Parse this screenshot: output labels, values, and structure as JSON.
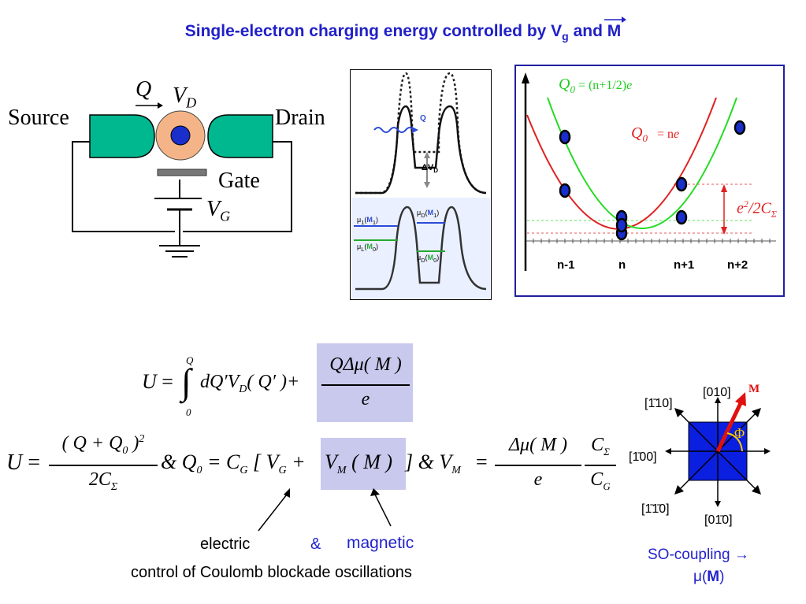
{
  "title": {
    "main": "Single-electron charging energy controlled by V",
    "sub": "g",
    "tail": " and ",
    "vec": "M"
  },
  "circuit": {
    "source": "Source",
    "drain": "Drain",
    "gate": "Gate",
    "q": "Q",
    "vd_v": "V",
    "vd_sub": "D",
    "vg_v": "V",
    "vg_sub": "G"
  },
  "potential": {
    "q_label": "Q",
    "dvd": "ΔV",
    "dvd_sub": "D",
    "mu1_left": "μ",
    "mu1_left_sub": "1",
    "mu1_left_m": "M",
    "mu1_left_msub": "1",
    "mu0_left": "μ",
    "mu0_left_sub": "L",
    "mu0_left_m": "M",
    "mu0_left_msub": "0",
    "mud1": "μ",
    "mud1_sub": "D",
    "mud1_m": "M",
    "mud1_msub": "1",
    "mud0": "μ",
    "mud0_sub": "D",
    "mud0_m": "M",
    "mud0_msub": "0"
  },
  "parabola": {
    "q0_green_q": "Q",
    "q0_green_sub": "0",
    "q0_green_eq": " = (n+1/2)",
    "q0_green_e": "e",
    "q0_red_q": "Q",
    "q0_red_sub": "0",
    "q0_red_eq": " = n",
    "q0_red_e": "e",
    "charge_e": "e",
    "charge_exp": "2",
    "charge_rest": "/2C",
    "charge_sub": "Σ",
    "ticks": [
      "n-1",
      "n",
      "n+1",
      "n+2"
    ],
    "colors": {
      "red": "#e02020",
      "green": "#22dd22",
      "frame": "#2020a0"
    }
  },
  "equations": {
    "u": "U",
    "eq": "=",
    "int_top": "Q",
    "int_bot": "0",
    "integrand": "dQ′V",
    "integrand_sub": "D",
    "integrand_tail": "( Q′ )+",
    "frac1_num": "QΔμ( M )",
    "frac1_den": "e",
    "u2_num": "( Q + Q",
    "u2_num_sub": "0",
    "u2_num_tail": " )",
    "u2_num_exp": "2",
    "u2_den": "2C",
    "u2_den_sub": "Σ",
    "amp1": "& Q",
    "amp1_sub": "0",
    "cg_part": " = C",
    "cg_sub": "G",
    "bracket": " [ V",
    "vg_sub": "G",
    "plus": " +",
    "vm": "V",
    "vm_sub": "M",
    "vm_arg": "( M )",
    "close": "] & V",
    "close_sub": "M",
    "eq2": "=",
    "frac2_num": "Δμ( M )",
    "frac2_den": "e",
    "frac3_num": "C",
    "frac3_num_sub": "Σ",
    "frac3_den": "C",
    "frac3_den_sub": "G"
  },
  "captions": {
    "electric": "electric",
    "amp": "&",
    "magnetic": "magnetic",
    "control": "control of Coulomb blockade oscillations"
  },
  "crystal": {
    "l_010": "[010]",
    "l_m110": "[1̄10]",
    "l_m100": "[1̄00]",
    "l_m1m10": "[1̄1̄0]",
    "l_0m10": "[01̄0]",
    "m": "M",
    "phi": "Φ"
  },
  "so": {
    "line1": "SO-coupling →",
    "mu": "μ(",
    "m": "M",
    "end": ")"
  }
}
